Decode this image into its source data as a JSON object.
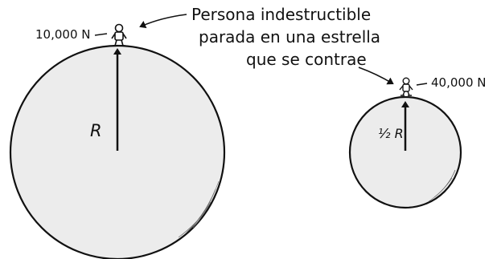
{
  "diagram": {
    "caption_lines": [
      "Persona indestructible",
      "parada en una estrella",
      "que se contrae"
    ],
    "large_star": {
      "weight_label": "10,000 N",
      "radius_label": "R"
    },
    "small_star": {
      "weight_label": "40,000 N",
      "radius_label": "½ R"
    },
    "colors": {
      "star_fill": "#ececec",
      "outline": "#111111"
    }
  }
}
